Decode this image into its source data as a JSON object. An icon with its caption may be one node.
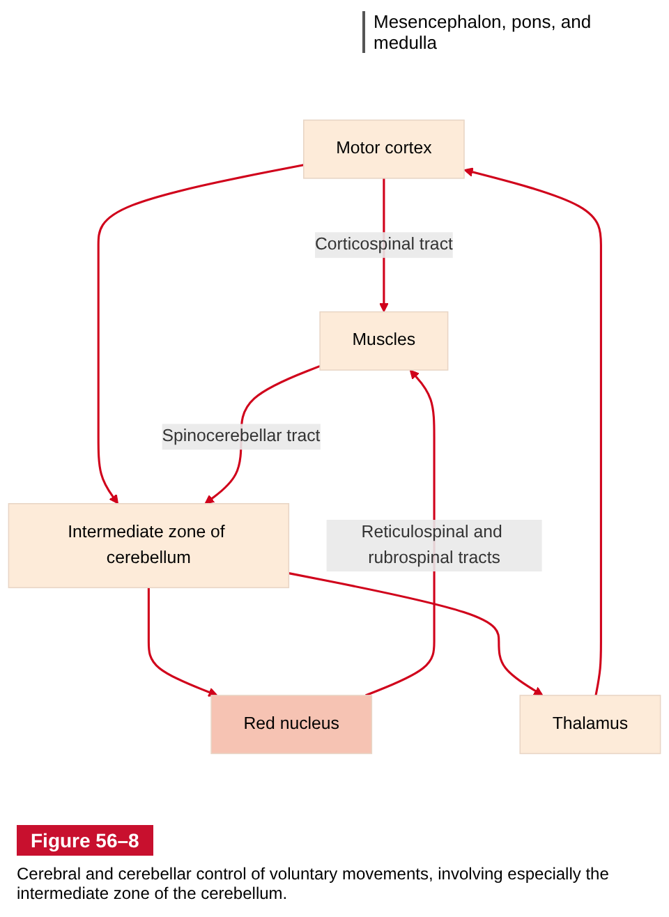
{
  "diagram": {
    "title": "Figure 56–8",
    "caption": "Cerebral and cerebellar control of voluntary movements, involving especially the intermediate zone of the cerebellum.",
    "nodes": [
      {
        "text": [
          "Motor cortex"
        ]
      },
      {
        "text": [
          "Thalamus"
        ]
      },
      {
        "text": [
          "Red nucleus"
        ]
      },
      {
        "text": [
          "Intermediate zone of cerebellum"
        ]
      },
      {
        "text": [
          "Muscles"
        ]
      }
    ],
    "edges": [
      {
        "from": 0,
        "to": 4,
        "arrow": "to",
        "label": "Corticospinal tract"
      },
      {
        "from": 0,
        "to": 3,
        "arrow": "to"
      },
      {
        "from": 3,
        "to": 2,
        "arrow": "to"
      },
      {
        "from": 3,
        "to": 1,
        "arrow": "to"
      },
      {
        "from": 1,
        "to": 0,
        "arrow": "to"
      },
      {
        "from": 2,
        "to": 4,
        "arrow": "to",
        "label": "Reticulospinal and rubrospinal tracts"
      },
      {
        "from": 4,
        "to": 3,
        "arrow": "to",
        "label": "Spinocerebellar tract"
      }
    ],
    "labels": [
      "Mesencephalon, pons, and medulla"
    ]
  }
}
